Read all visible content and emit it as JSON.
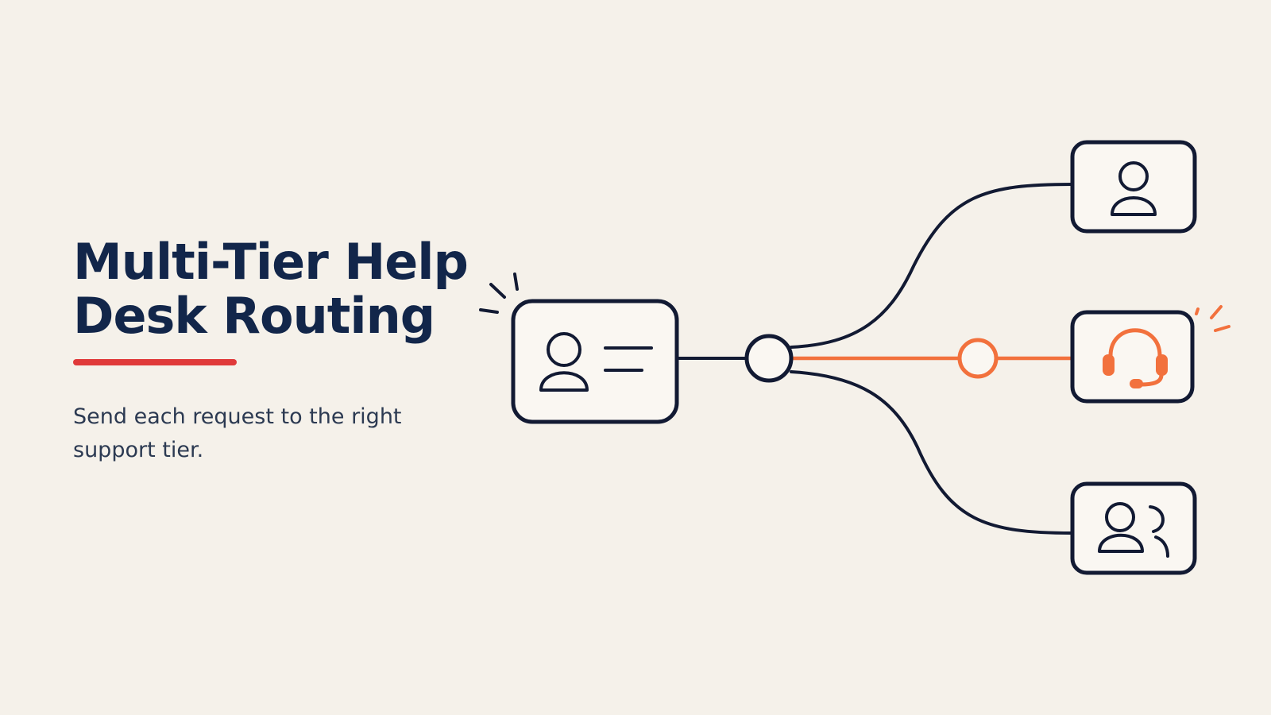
{
  "title_lines": [
    "Multi-Tier Help",
    "Desk Routing"
  ],
  "subtitle_lines": [
    "Send each request to the right",
    "support tier."
  ],
  "colors": {
    "background": "#f5f1ea",
    "title": "#12264a",
    "underline": "#e03a3a",
    "stroke": "#121a33",
    "highlight": "#f2713d",
    "box_fill": "#faf7f2"
  },
  "diagram": {
    "source_icon": "user-card-icon",
    "router_icon": "junction-node",
    "tiers": [
      {
        "icon": "user-icon",
        "highlighted": false
      },
      {
        "icon": "headset-icon",
        "highlighted": true
      },
      {
        "icon": "users-group-icon",
        "highlighted": false
      }
    ]
  }
}
